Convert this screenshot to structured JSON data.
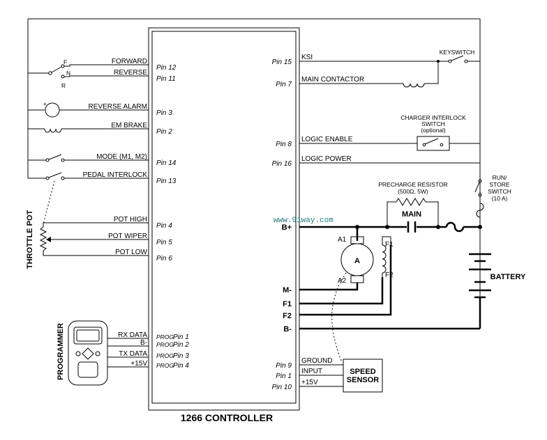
{
  "controller": {
    "title": "1266 CONTROLLER",
    "left_pins": [
      {
        "wire": "FORWARD",
        "pin": "Pin 12"
      },
      {
        "wire": "REVERSE",
        "pin": "Pin 11"
      },
      {
        "wire": "REVERSE ALARM",
        "pin": "Pin 3"
      },
      {
        "wire": "EM BRAKE",
        "pin": "Pin 2"
      },
      {
        "wire": "MODE (M1, M2)",
        "pin": "Pin 14"
      },
      {
        "wire": "PEDAL INTERLOCK",
        "pin": "Pin 13"
      },
      {
        "wire": "POT HIGH",
        "pin": "Pin 4"
      },
      {
        "wire": "POT WIPER",
        "pin": "Pin 5"
      },
      {
        "wire": "POT LOW",
        "pin": "Pin 6"
      }
    ],
    "prog_pins": [
      {
        "wire": "RX DATA",
        "prefix": "PROG",
        "pin": "Pin 1"
      },
      {
        "wire": "B-",
        "prefix": "PROG",
        "pin": "Pin 2"
      },
      {
        "wire": "TX DATA",
        "prefix": "PROG",
        "pin": "Pin 3"
      },
      {
        "wire": "+15V",
        "prefix": "PROG",
        "pin": "Pin 4"
      }
    ],
    "right_pins": [
      {
        "wire": "KSI",
        "pin": "Pin 15"
      },
      {
        "wire": "MAIN CONTACTOR",
        "pin": "Pin 7"
      },
      {
        "wire": "LOGIC ENABLE",
        "pin": "Pin 8"
      },
      {
        "wire": "LOGIC POWER",
        "pin": "Pin 16"
      }
    ],
    "power_terminals": [
      "B+",
      "M-",
      "F1",
      "F2",
      "B-"
    ],
    "sensor_pins": [
      {
        "wire": "GROUND",
        "pin": "Pin 9"
      },
      {
        "wire": "INPUT",
        "pin": "Pin 1"
      },
      {
        "wire": "+15V",
        "pin": "Pin 10"
      }
    ]
  },
  "labels": {
    "keyswitch": "KEYSWITCH",
    "charger_interlock": [
      "CHARGER INTERLOCK",
      "SWITCH",
      "(optional)"
    ],
    "precharge": [
      "PRECHARGE RESISTOR",
      "(500Ω, 5W)"
    ],
    "main": "MAIN",
    "run_store": [
      "RUN/",
      "STORE",
      "SWITCH",
      "(10 A)"
    ],
    "battery": "BATTERY",
    "motor": "A",
    "motor_a1": "A1",
    "motor_a2": "A2",
    "field_f1": "F1",
    "field_f2": "F2",
    "speed_sensor": [
      "SPEED",
      "SENSOR"
    ],
    "throttle_pot": "THROTTLE POT",
    "programmer": "PROGRAMMER",
    "switch_f": "F",
    "switch_n": "N",
    "switch_r": "R",
    "alarm_plus": "+",
    "watermark": "www.91way.com"
  }
}
